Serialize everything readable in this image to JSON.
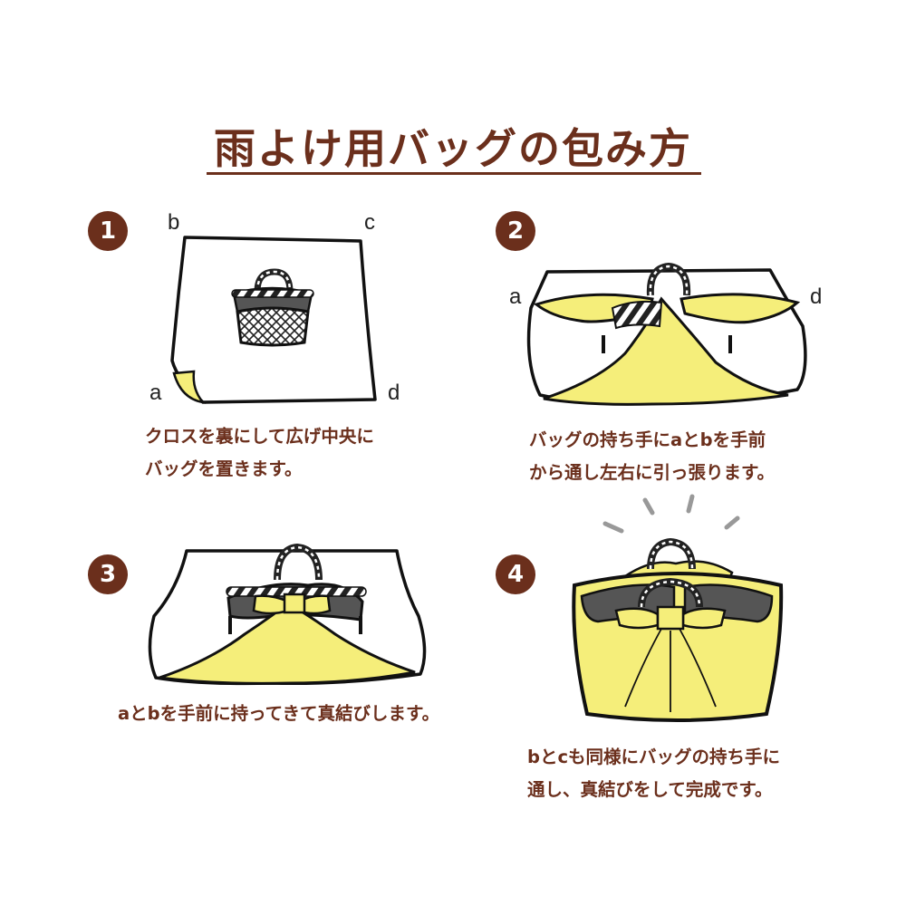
{
  "title": "雨よけ用バッグの包み方",
  "steps": [
    {
      "number": "1",
      "caption_lines": [
        "クロスを裏にして広げ中央に",
        "バッグを置きます。"
      ]
    },
    {
      "number": "2",
      "caption_lines": [
        "バッグの持ち手にaとbを手前",
        "から通し左右に引っ張ります。"
      ]
    },
    {
      "number": "3",
      "caption_lines": [
        "aとbを手前に持ってきて真結びします。"
      ]
    },
    {
      "number": "4",
      "caption_lines": [
        "bとcも同様にバッグの持ち手に",
        "通し、真結びをして完成です。"
      ]
    }
  ],
  "corner_labels": {
    "step1": {
      "a": "a",
      "b": "b",
      "c": "c",
      "d": "d"
    },
    "step2": {
      "a": "a",
      "d": "d"
    }
  },
  "colors": {
    "accent": "#6b2f1c",
    "cloth_back": "#f5ee7a",
    "outline": "#111111",
    "bag_dark": "#555555"
  }
}
